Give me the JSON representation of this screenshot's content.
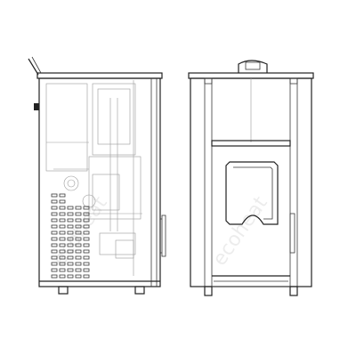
{
  "title": "",
  "views": [
    {
      "name": "side-view"
    },
    {
      "name": "front-view"
    }
  ],
  "colors": {
    "line": "#222222",
    "ghost_line": "#9a9a9a",
    "background": "#ffffff"
  },
  "watermark": "ecoheat"
}
